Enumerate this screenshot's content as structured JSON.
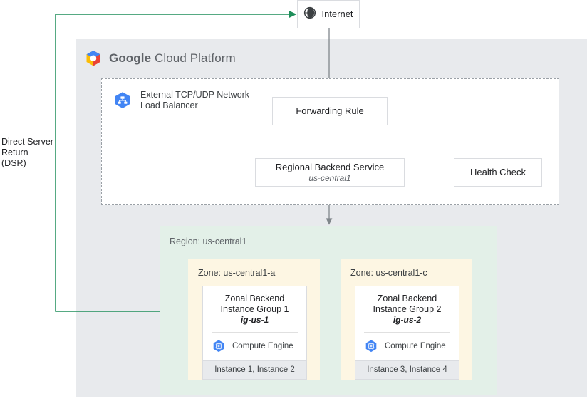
{
  "colors": {
    "panel_bg": "#e8eaed",
    "region_bg": "#e3f0e8",
    "zone_bg": "#fdf6e3",
    "gcp_blue": "#4285f4",
    "gcp_red": "#ea4335",
    "gcp_yellow": "#fbbc05",
    "gcp_green": "#34a853",
    "dsr_green": "#1e8e5a",
    "arrow_gray": "#80868b",
    "border_gray": "#dadce0",
    "dashed_gray": "#9aa0a6"
  },
  "brand": {
    "name_bold": "Google",
    "name_light": " Cloud Platform",
    "logo_icon": "gcp-hexagon-logo"
  },
  "internet": {
    "label": "Internet",
    "icon": "globe-icon"
  },
  "dsr": {
    "label": "Direct Server Return (DSR)"
  },
  "load_balancer": {
    "icon": "network-load-balancer-icon",
    "label_line1": "External TCP/UDP Network",
    "label_line2": "Load Balancer"
  },
  "forwarding_rule": {
    "label": "Forwarding Rule"
  },
  "backend_service": {
    "label": "Regional Backend Service",
    "sublabel": "us-central1"
  },
  "health_check": {
    "label": "Health Check"
  },
  "region": {
    "label": "Region: us-central1",
    "zones": [
      {
        "label": "Zone: us-central1-a",
        "group": {
          "title_line1": "Zonal Backend",
          "title_line2": "Instance Group 1",
          "name": "ig-us-1",
          "compute_icon": "compute-engine-icon",
          "compute_label": "Compute Engine",
          "instances": "Instance 1, Instance 2"
        }
      },
      {
        "label": "Zone: us-central1-c",
        "group": {
          "title_line1": "Zonal Backend",
          "title_line2": "Instance Group 2",
          "name": "ig-us-2",
          "compute_icon": "compute-engine-icon",
          "compute_label": "Compute Engine",
          "instances": "Instance 3, Instance 4"
        }
      }
    ]
  }
}
